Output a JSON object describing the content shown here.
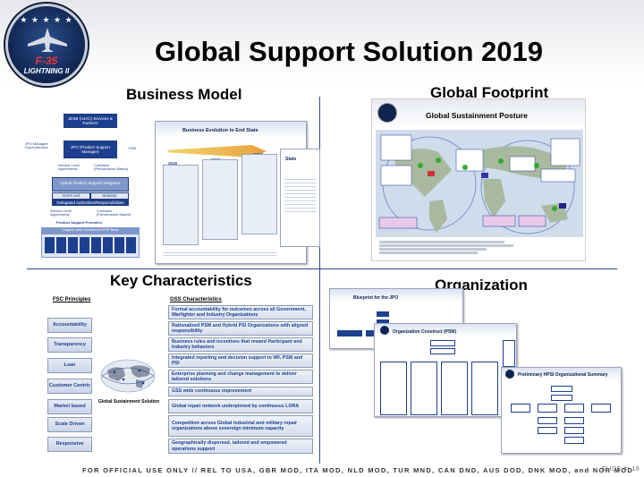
{
  "logo": {
    "line1": "F-35",
    "line2": "LIGHTNING II"
  },
  "title": "Global Support Solution 2019",
  "quadrants": {
    "business_model": "Business Model",
    "global_footprint": "Global Footprint",
    "key_characteristics": "Key Characteristics",
    "organization": "Organization"
  },
  "business_model": {
    "top_box": "JESB (AJAC) Services & Partners",
    "jpo_box": "JPO (Product Support Manager)",
    "left_label": "JPO Managed Dependencies",
    "right_label": "FMS",
    "sla_label": "Service Level Agreements",
    "contracts_label": "Contracts (Performance Based)",
    "hybrid_box": "Hybrid Product Support Integrator",
    "gov_label": "Gov't Led",
    "industry_label": "Industry",
    "delegated": "Delegated Authorities/Responsibilities",
    "sla2": "Service Level Agreements",
    "contracts2": "Contracts (Performance Based)",
    "providers": "Product Support Providers",
    "organic": "Organic and Commercial PSP Base",
    "evolution_title": "Business Evolution to End State",
    "evolution_years": [
      "2016",
      "2017",
      "2018"
    ],
    "state_label": "State"
  },
  "global_footprint": {
    "panel_title": "Global Sustainment Posture"
  },
  "key_characteristics": {
    "principles_title": "FSC Principles",
    "principles": [
      "Accountability",
      "Transparency",
      "Lean",
      "Customer Centric",
      "Market based",
      "Scale Driven",
      "Responsive"
    ],
    "gss_title": "GSS Characteristics",
    "gss_items": [
      "Formal accountability for outcomes across all Government, Warfighter and Industry Organizations",
      "Rationalized PSM and Hybrid PSI Organizations with aligned responsibility",
      "Business rules and incentives that reward Participant and Industry behaviors",
      "Integrated reporting and decision support to WF, PSM and PSI",
      "Enterprise planning and change management to deliver tailored solutions",
      "GSS wide continuous improvement",
      "Global repair network underpinned by continuous LORA",
      "Competition across Global industrial and military repair organizations above sovereign minimum capacity",
      "Geographically dispersed, tailored and empowered operations support"
    ],
    "globe_caption": "Global Sustainment Solution"
  },
  "organization": {
    "blueprint_title": "Blueprint for the JPO",
    "construct_title": "Organization Construct (PSM)",
    "hpsi_title": "Preliminary HPSI Organizational Summary"
  },
  "footer": {
    "classification": "FOR OFFICIAL USE ONLY // REL TO USA, GBR MOD, ITA MOD, NLD MOD, TUR MND, CAN DND, AUS DOD, DNK MOD, and NOR MOD",
    "slide_number": "SLIDE #: 16"
  },
  "colors": {
    "navy": "#1d3f8f",
    "divider": "#2c4a8c",
    "box_light": "#dfe6f4"
  }
}
